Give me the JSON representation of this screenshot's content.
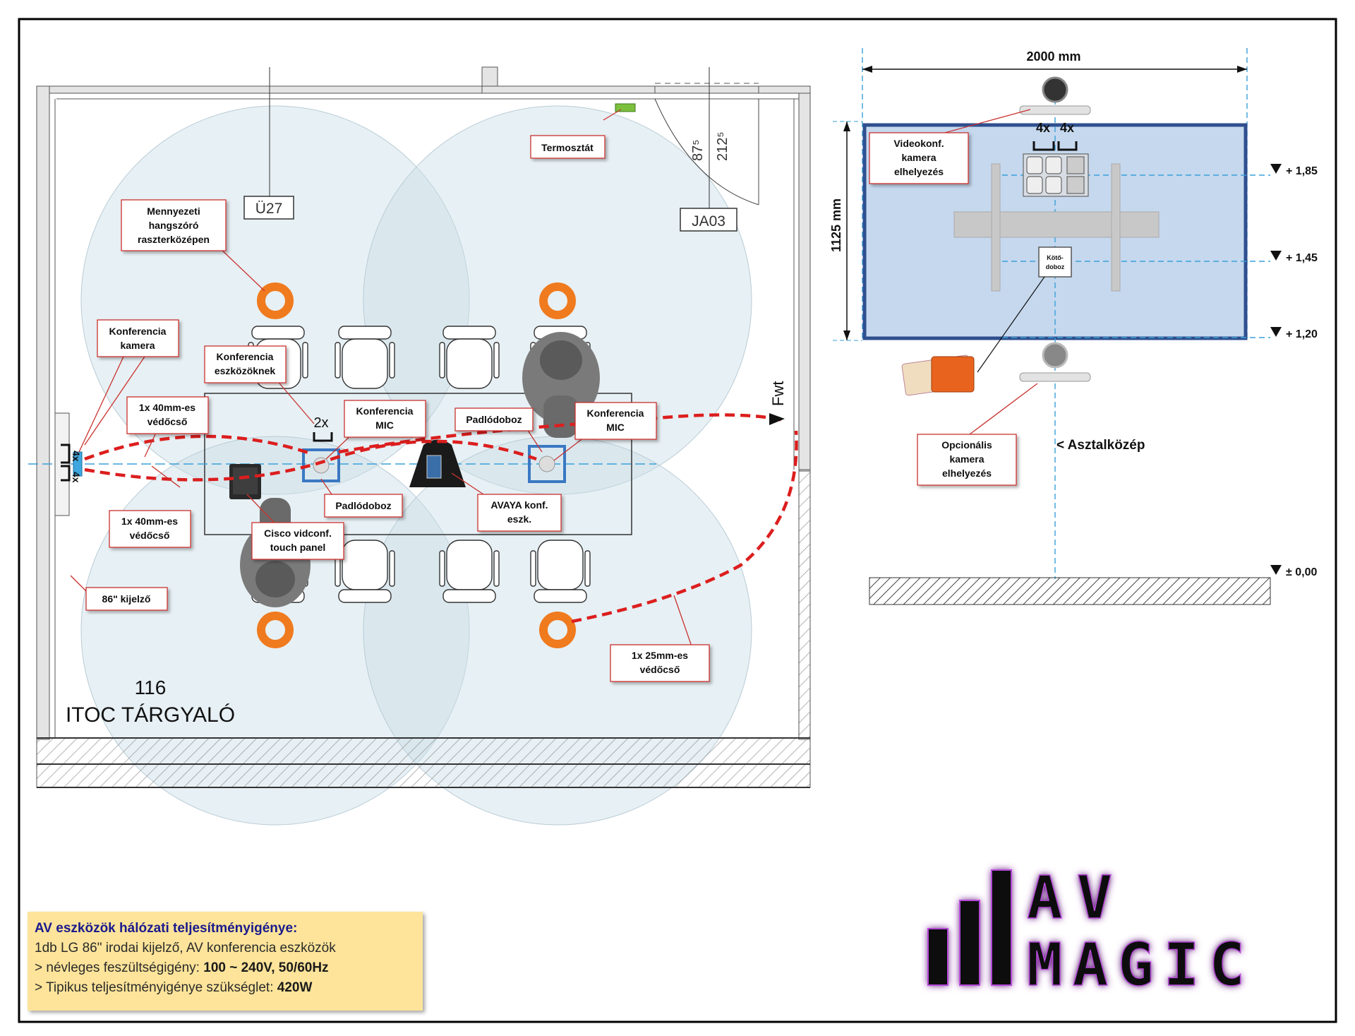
{
  "room": {
    "number": "116",
    "name": "ITOC TÁRGYALÓ",
    "tag_u27": "Ü27",
    "tag_ja03": "JA03",
    "dim_875": "87⁵",
    "dim_2125": "212⁵",
    "fwt": "Fwt",
    "qty_2x": "2x",
    "qty_4x_a": "4x",
    "qty_4x_b": "4x"
  },
  "callouts": {
    "termosztat": "Termosztát",
    "mennyezeti": [
      "Mennyezeti",
      "hangszóró",
      "raszterközépen"
    ],
    "konf_kamera": [
      "Konferencia",
      "kamera"
    ],
    "konf_eszkozok": [
      "Konferencia",
      "eszközöknek"
    ],
    "vedocso_top": [
      "1x 40mm-es",
      "védőcső"
    ],
    "vedocso_bottom": [
      "1x 40mm-es",
      "védőcső"
    ],
    "konf_mic_1": [
      "Konferencia",
      "MIC"
    ],
    "konf_mic_2": [
      "Konferencia",
      "MIC"
    ],
    "padlodoboz_top": "Padlódoboz",
    "padlodoboz_bottom": "Padlódoboz",
    "avaya": [
      "AVAYA konf.",
      "eszk."
    ],
    "cisco": [
      "Cisco vidconf.",
      "touch panel"
    ],
    "kijelzo": "86\" kijelző",
    "vedocso_25": [
      "1x 25mm-es",
      "védőcső"
    ]
  },
  "elevation": {
    "width_label": "2000 mm",
    "height_label": "1125 mm",
    "videokonf": [
      "Videokonf.",
      "kamera",
      "elhelyezés"
    ],
    "kotodoboz": [
      "Kötő-",
      "doboz"
    ],
    "qty_4x_left": "4x",
    "qty_4x_right": "4x",
    "level_185": "+ 1,85",
    "level_145": "+ 1,45",
    "level_120": "+ 1,20",
    "level_000": "± 0,00",
    "asztalkozep": "< Asztalközép",
    "opcionalis": [
      "Opcionális",
      "kamera",
      "elhelyezés"
    ]
  },
  "info": {
    "title": "AV eszközök hálózati teljesítményigénye:",
    "line1": "1db LG 86\" irodai kijelző, AV konferencia eszközök",
    "line2_prefix": "> névleges feszültségigény: ",
    "line2_value": "100 ~ 240V, 50/60Hz",
    "line3_prefix": "> Tipikus teljesítményigénye szükséglet: ",
    "line3_value": "420W"
  },
  "logo": {
    "line1": "AV",
    "line2": "MAGIC"
  },
  "colors": {
    "coverage": "#c9dde6",
    "speaker": "#f07a1e",
    "cable": "#dc1e1e",
    "axis": "#3aa0d8",
    "callout_border": "#c9332f",
    "wall_blue": "#c5d8ee",
    "wall_border": "#2f4f8f",
    "info_bg": "#fde49a",
    "logo_glow": "#b54ad8"
  }
}
